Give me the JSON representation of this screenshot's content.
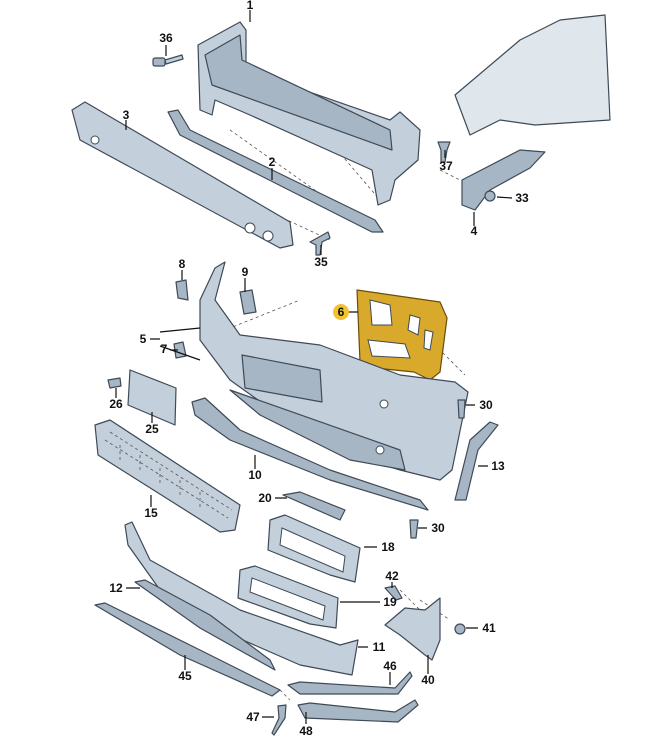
{
  "title": "Front bumper parts diagram",
  "highlight_color": "#f2c232",
  "labels": {
    "p1": "1",
    "p36": "36",
    "p3": "3",
    "p2": "2",
    "p37": "37",
    "p33": "33",
    "p4": "4",
    "p35": "35",
    "p8": "8",
    "p9": "9",
    "p6": "6",
    "p5": "5",
    "p7": "7",
    "p26": "26",
    "p25": "25",
    "p30a": "30",
    "p10": "10",
    "p13": "13",
    "p15": "15",
    "p20": "20",
    "p30b": "30",
    "p18": "18",
    "p12": "12",
    "p42": "42",
    "p19": "19",
    "p41": "41",
    "p11": "11",
    "p46": "46",
    "p45": "45",
    "p40": "40",
    "p47": "47",
    "p48": "48"
  }
}
